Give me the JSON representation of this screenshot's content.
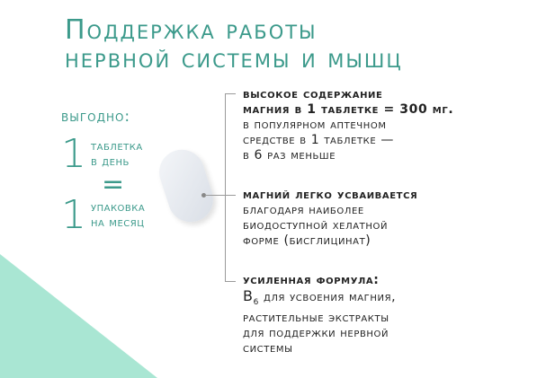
{
  "title": {
    "line1": "Поддержка работы",
    "line2": "нервной системы и мышц"
  },
  "benefit": {
    "label": "выгодно:",
    "num1": "1",
    "text1a": "таблетка",
    "text1b": "в день",
    "equals": "=",
    "num2": "1",
    "text2a": "упаковка",
    "text2b": "на месяц"
  },
  "features": [
    {
      "heading1": "высокое содержание",
      "heading2": "магния в 1 таблетке = 300 мг.",
      "body": [
        "в популярном аптечном",
        "средстве в 1 таблетке —",
        "в 6 раз меньше"
      ]
    },
    {
      "heading1": "магний легко усваивается",
      "body": [
        "благодаря наиболее",
        "биодоступной хелатной",
        "форме (бисглицинат)"
      ]
    },
    {
      "heading1": "усиленная формула:",
      "b6": "B",
      "b6sub": "6",
      "body": [
        " для усвоения магния,",
        "растительные экстракты",
        "для поддержки нервной",
        "системы"
      ]
    }
  ],
  "colors": {
    "accent": "#3c9a8b",
    "mint": "#a9e6d3"
  }
}
